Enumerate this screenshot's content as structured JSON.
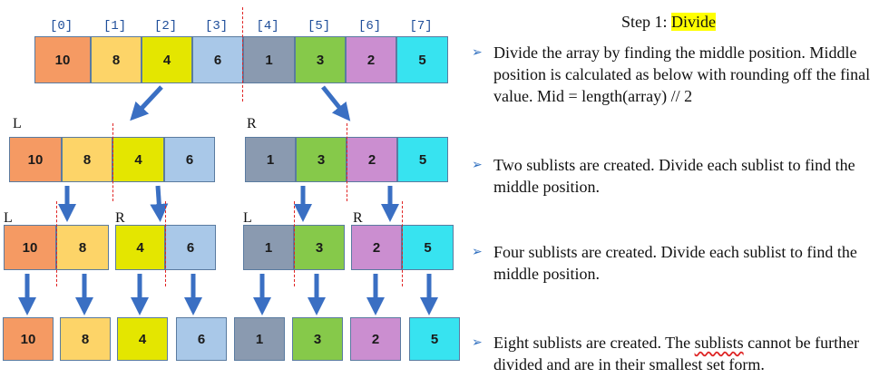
{
  "colors": {
    "v10": "#f59a63",
    "v8": "#fdd468",
    "v4": "#e4e600",
    "v6": "#a9c8e8",
    "v1": "#8a9ab0",
    "v3": "#86c94a",
    "v2": "#cb8ed0",
    "v5": "#37e3f0",
    "arrow": "#3a6fc3",
    "cut": "#e02424",
    "highlight": "#ffff00"
  },
  "array": {
    "indices": [
      "[0]",
      "[1]",
      "[2]",
      "[3]",
      "[4]",
      "[5]",
      "[6]",
      "[7]"
    ],
    "values": [
      "10",
      "8",
      "4",
      "6",
      "1",
      "3",
      "2",
      "5"
    ]
  },
  "level1": {
    "left_label": "L",
    "right_label": "R",
    "left_values": [
      "10",
      "8",
      "4",
      "6"
    ],
    "right_values": [
      "1",
      "3",
      "2",
      "5"
    ]
  },
  "level2": {
    "labels": [
      "L",
      "R",
      "L",
      "R"
    ],
    "groups": [
      [
        "10",
        "8"
      ],
      [
        "4",
        "6"
      ],
      [
        "1",
        "3"
      ],
      [
        "2",
        "5"
      ]
    ]
  },
  "level3": {
    "values": [
      "10",
      "8",
      "4",
      "6",
      "1",
      "3",
      "2",
      "5"
    ]
  },
  "text": {
    "title_prefix": "Step 1: ",
    "title_highlight": "Divide",
    "bullets": [
      "Divide the array by finding the middle position. Middle position is calculated as below with rounding off the final value. Mid = length(array) // 2",
      "Two sublists are created. Divide each sublist to find the middle position.",
      "Four sublists are created. Divide each sublist to find the middle position."
    ],
    "bullet4_before": "Eight sublists are created. The ",
    "bullet4_wavy": "sublists",
    "bullet4_after": " cannot be further divided and are in their smallest set form.",
    "bullet_marker": "➢"
  }
}
